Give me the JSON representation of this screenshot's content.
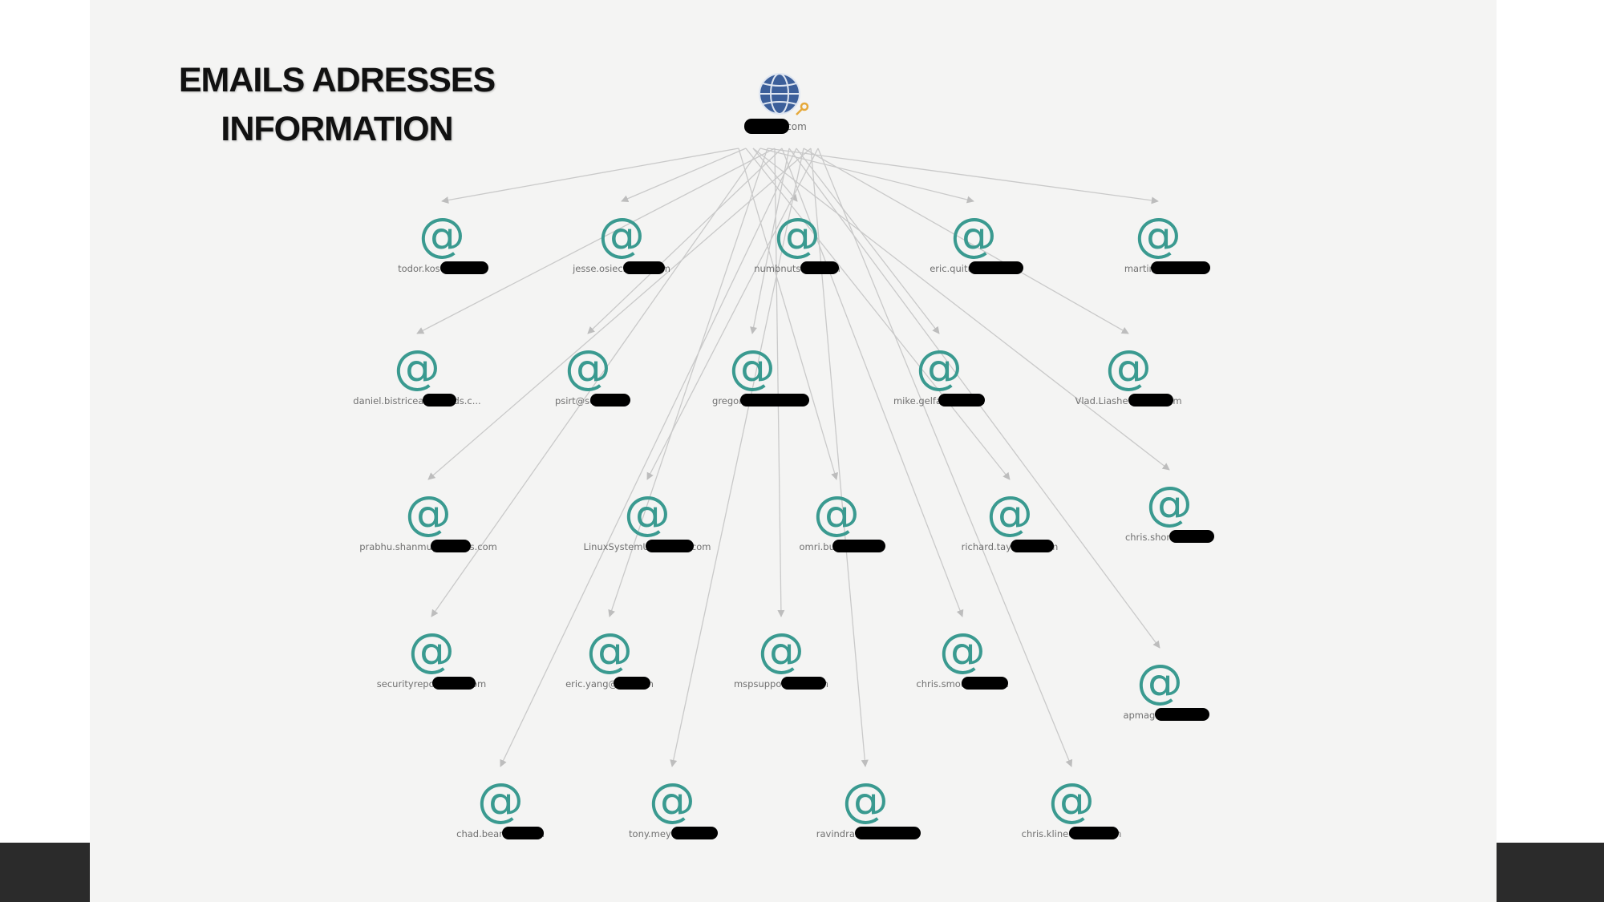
{
  "title": {
    "line1": "EMAILS ADRESSES",
    "line2": "INFORMATION"
  },
  "root": {
    "label": "s.com",
    "icon": "globe-icon"
  },
  "colors": {
    "at_icon": "#3a9a90",
    "edge": "#c9c9c9",
    "background": "#f4f4f3",
    "globe": "#3c5f9a",
    "key": "#e6a93a"
  },
  "nodes": [
    {
      "icon": "@",
      "label": "todor.kosev@          .com"
    },
    {
      "icon": "@",
      "label": "jesse.osiecki@s          .com"
    },
    {
      "icon": "@",
      "label": "numbnuts@          s.com"
    },
    {
      "icon": "@",
      "label": "eric.quitugua@          om"
    },
    {
      "icon": "@",
      "label": "martin.lucan@              "
    },
    {
      "icon": "@",
      "label": "daniel.bistriceanu@          nds.c..."
    },
    {
      "icon": "@",
      "label": "psirt@so          .com"
    },
    {
      "icon": "@",
      "label": "gregory.young@s              "
    },
    {
      "icon": "@",
      "label": "mike.gelfand@s          om"
    },
    {
      "icon": "@",
      "label": "Vlad.Liashevich@          .com"
    },
    {
      "icon": "@",
      "label": "prabhu.shanmugam@s          s.com"
    },
    {
      "icon": "@",
      "label": "LinuxSystemUpdate@          .com"
    },
    {
      "icon": "@",
      "label": "omri.buzi@so          m"
    },
    {
      "icon": "@",
      "label": "richard.taylor@          .com"
    },
    {
      "icon": "@",
      "label": "chris.short@          s.com"
    },
    {
      "icon": "@",
      "label": "securityreports@          s.com"
    },
    {
      "icon": "@",
      "label": "eric.yang@so          .com"
    },
    {
      "icon": "@",
      "label": "mspsupport@s          .com"
    },
    {
      "icon": "@",
      "label": "chris.smouse@s          om"
    },
    {
      "icon": "@",
      "label": "apmagent@s          m"
    },
    {
      "icon": "@",
      "label": "chad.bean@s          .com"
    },
    {
      "icon": "@",
      "label": "tony.meyer@          .com"
    },
    {
      "icon": "@",
      "label": "ravindrakumar.          nds..."
    },
    {
      "icon": "@",
      "label": "chris.klinedinst          s.com"
    }
  ]
}
